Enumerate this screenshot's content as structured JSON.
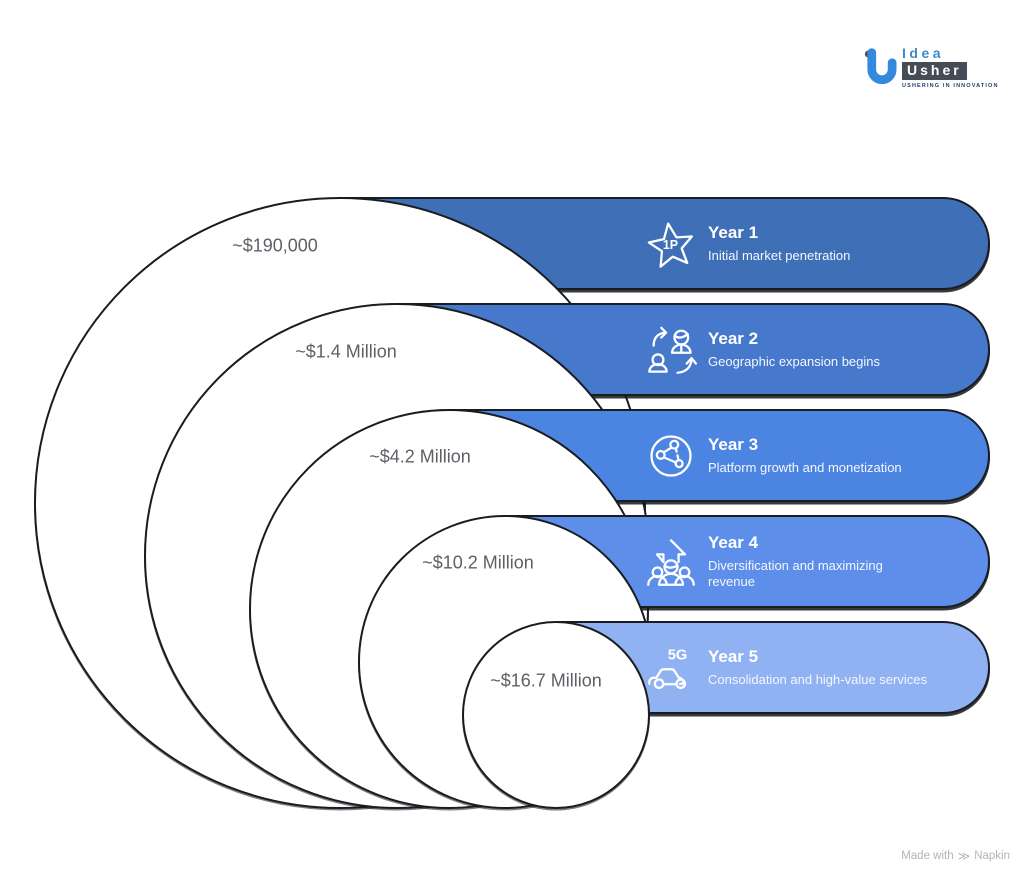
{
  "logo": {
    "brand_top": "Idea",
    "brand_bottom": "Usher",
    "tagline": "USHERING IN INNOVATION"
  },
  "chart_data": {
    "type": "nested-circles",
    "title": "",
    "description": "Five-year revenue projection shown as nested tangent circles (circle size grows with revenue) with a labeled bar per year",
    "items": [
      {
        "year": "Year 1",
        "value_label": "~$190,000",
        "value_usd": 190000,
        "description": "Initial market penetration",
        "bar_color": "#3F70B7",
        "icon": "star-badge-icon",
        "icon_text": "1P"
      },
      {
        "year": "Year 2",
        "value_label": "~$1.4 Million",
        "value_usd": 1400000,
        "description": "Geographic expansion begins",
        "bar_color": "#4679CC",
        "icon": "people-exchange-icon",
        "icon_text": ""
      },
      {
        "year": "Year 3",
        "value_label": "~$4.2 Million",
        "value_usd": 4200000,
        "description": "Platform growth and monetization",
        "bar_color": "#4C84E1",
        "icon": "globe-network-icon",
        "icon_text": ""
      },
      {
        "year": "Year 4",
        "value_label": "~$10.2 Million",
        "value_usd": 10200000,
        "description": "Diversification and maximizing revenue",
        "bar_color": "#5D8FEA",
        "icon": "team-growth-icon",
        "icon_text": ""
      },
      {
        "year": "Year 5",
        "value_label": "~$16.7 Million",
        "value_usd": 16700000,
        "description": "Consolidation and high-value services",
        "bar_color": "#90B1F2",
        "icon": "car-5g-icon",
        "icon_text": "5G"
      }
    ]
  },
  "colors": {
    "outline": "#191C20",
    "value_text": "#5D6166",
    "logo_blue": "#3389DB",
    "logo_box": "#454C55",
    "footer_gray": "#B4B4B4"
  },
  "footer": {
    "made_with": "Made with",
    "napkin_glyph": "≫",
    "brand": "Napkin"
  }
}
